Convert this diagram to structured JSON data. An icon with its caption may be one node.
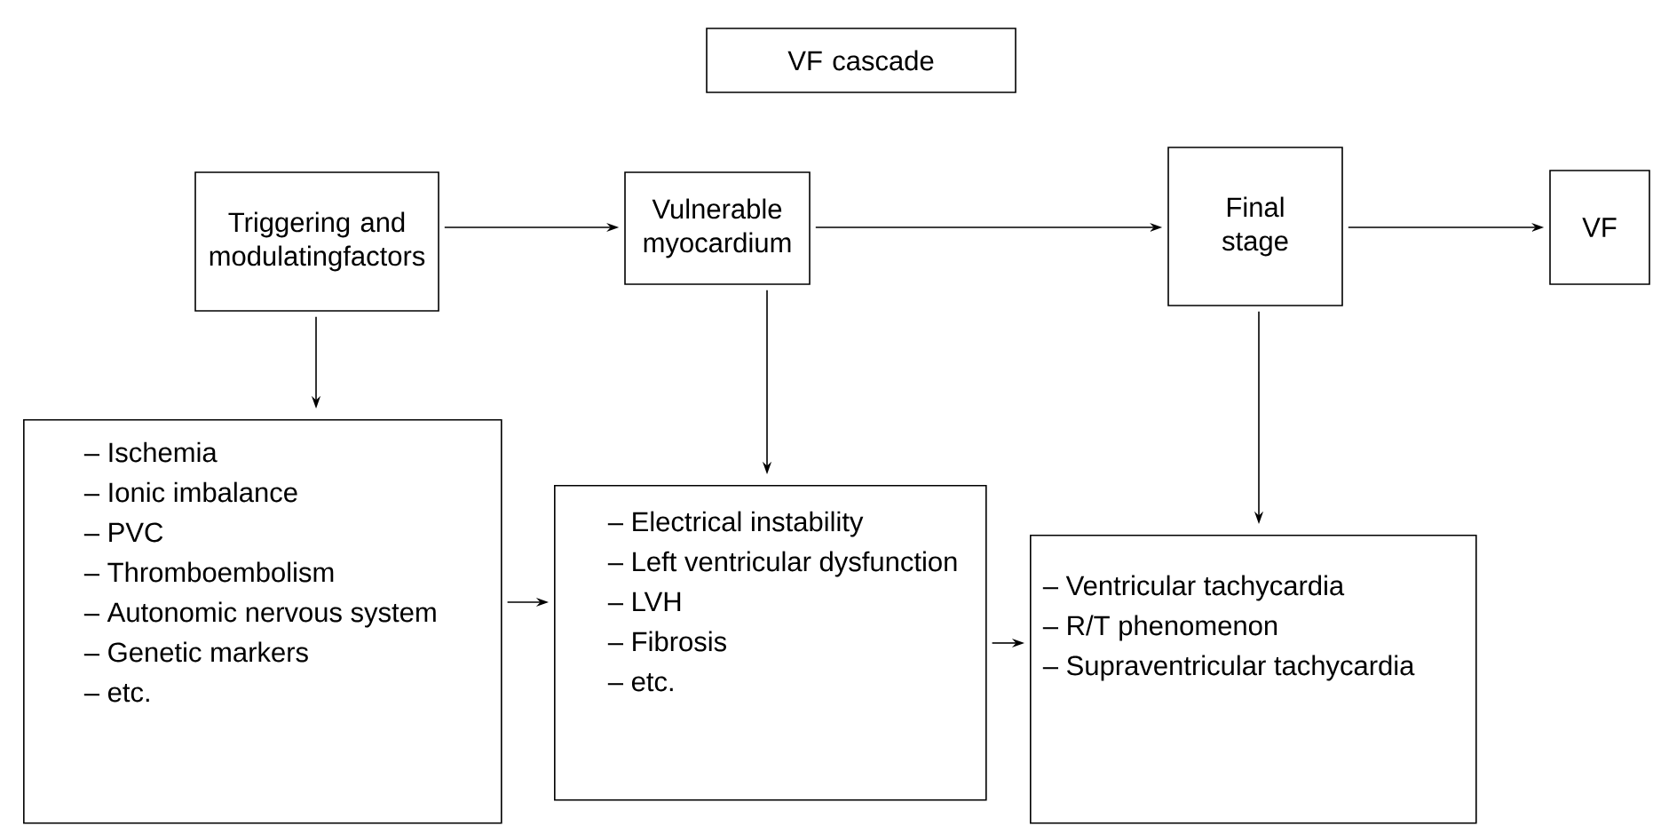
{
  "diagram": {
    "nodes": [
      {
        "text": [
          "VF cascade"
        ]
      },
      {
        "text": [
          "Triggering and modulatingfactors"
        ]
      },
      {
        "text": [
          "Vulnerable myocardium"
        ]
      },
      {
        "text": [
          "Final stage"
        ]
      },
      {
        "text": [
          "VF"
        ]
      },
      {
        "text": [
          "– Ischemia",
          "– Ionic imbalance",
          "– PVC",
          "– Thromboembolism",
          "– Autonomic nervous system",
          "– Genetic markers",
          "– etc."
        ]
      },
      {
        "text": [
          "– Electrical instability",
          "– Left ventricular dysfunction",
          "– LVH",
          "– Fibrosis",
          "– etc."
        ]
      },
      {
        "text": [
          "– Ventricular tachycardia",
          "– R/T phenomenon",
          "– Supraventricular tachycardia"
        ]
      }
    ],
    "edges": [
      {
        "from": 1,
        "to": 2,
        "arrow": "to"
      },
      {
        "from": 2,
        "to": 3,
        "arrow": "to"
      },
      {
        "from": 3,
        "to": 4,
        "arrow": "to"
      },
      {
        "from": 1,
        "to": 5,
        "arrow": "to"
      },
      {
        "from": 2,
        "to": 6,
        "arrow": "to"
      },
      {
        "from": 3,
        "to": 7,
        "arrow": "to"
      },
      {
        "from": 5,
        "to": 6,
        "arrow": "to"
      },
      {
        "from": 6,
        "to": 7,
        "arrow": "to"
      }
    ]
  }
}
